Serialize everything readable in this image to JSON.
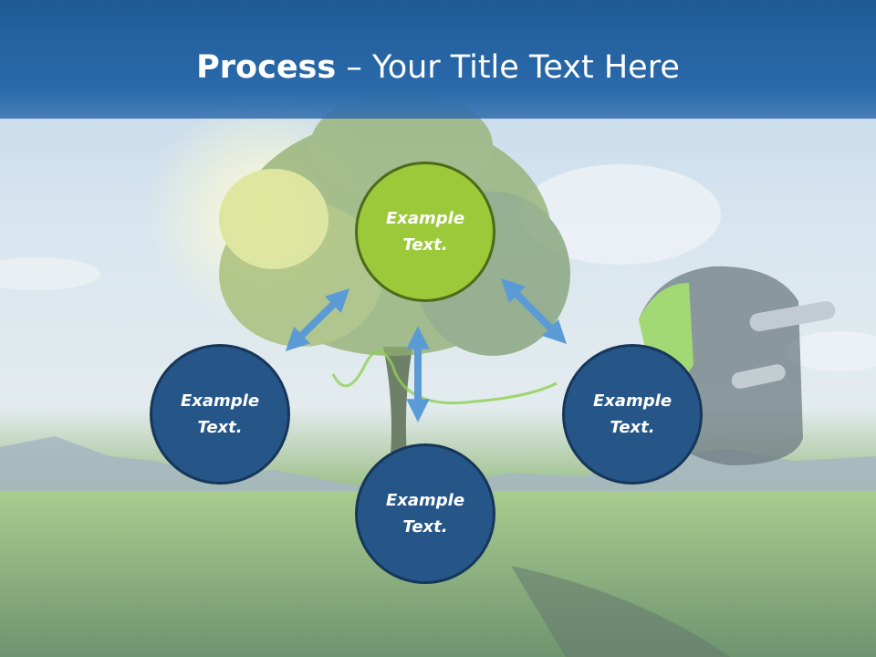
{
  "header": {
    "title_bold": "Process",
    "title_rest": " – Your Title Text Here"
  },
  "nodes": {
    "top": {
      "line1": "Example",
      "line2": "Text."
    },
    "left": {
      "line1": "Example",
      "line2": "Text."
    },
    "right": {
      "line1": "Example",
      "line2": "Text."
    },
    "bottom": {
      "line1": "Example",
      "line2": "Text."
    }
  },
  "colors": {
    "header": "#2a6aab",
    "node_blue": "#265688",
    "node_green": "#9bc93a",
    "arrow": "#5b9bd5"
  },
  "background_description_icons": [
    "tree",
    "power-plug",
    "grass-field",
    "sky-clouds"
  ]
}
